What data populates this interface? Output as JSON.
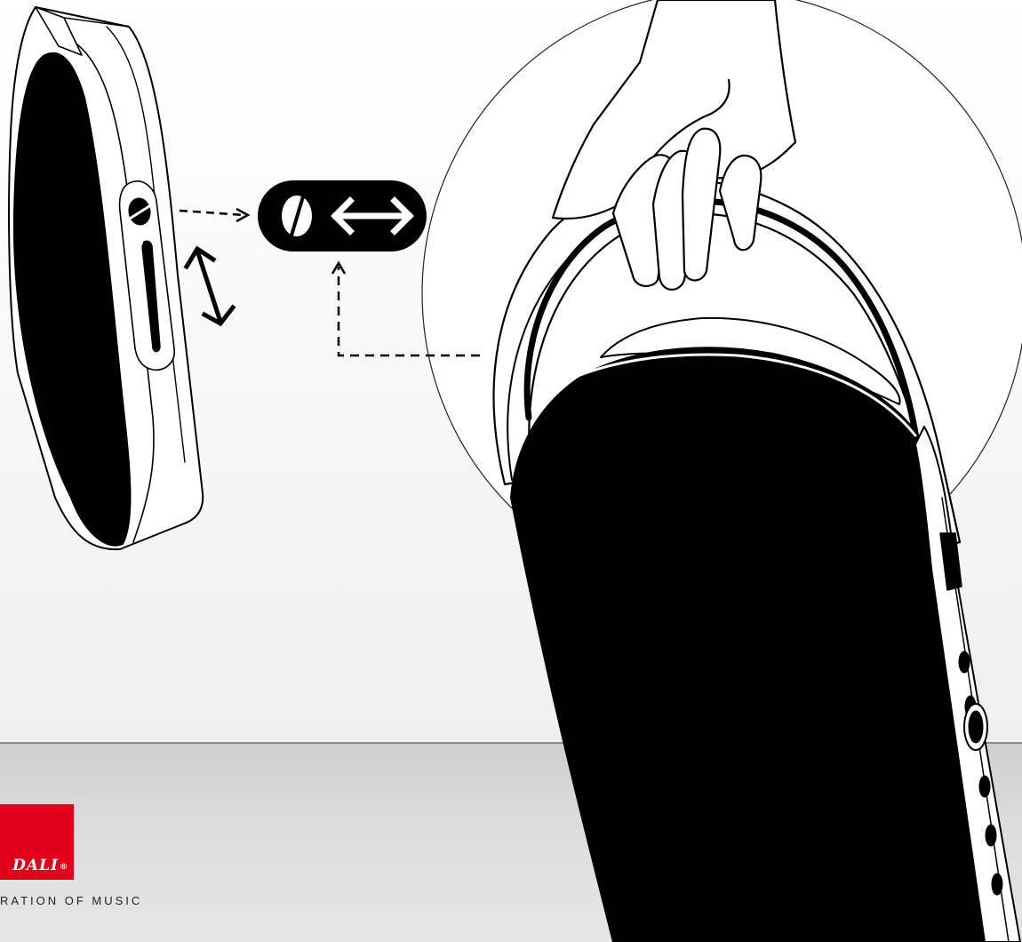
{
  "brand": {
    "logo_text": "DALI",
    "logo_reg": "®",
    "tagline": "RATION OF MUSIC",
    "logo_color": "#e3001b"
  },
  "illustration": {
    "subject": "portable speaker carried by handle with screw lock detail",
    "icons": [
      "screw-slot-icon",
      "double-arrow-icon",
      "vertical-double-arrow-icon"
    ]
  }
}
